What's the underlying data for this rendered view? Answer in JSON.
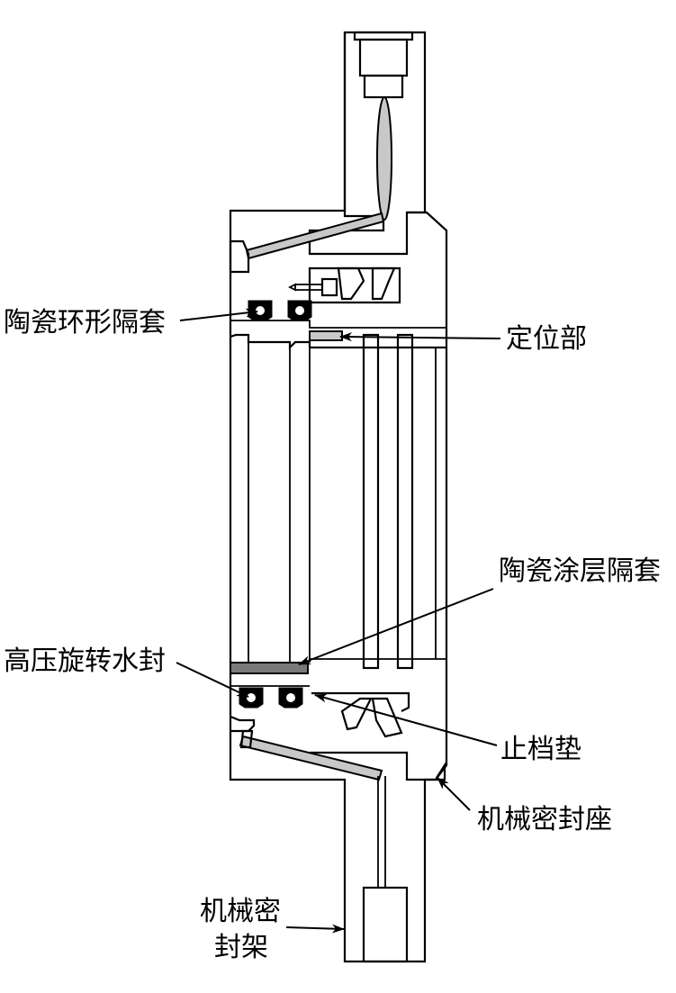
{
  "labels": {
    "ceramic_ring_sleeve": "陶瓷环形隔套",
    "positioning_part": "定位部",
    "ceramic_coating_sleeve": "陶瓷涂层隔套",
    "high_pressure_rotary_seal": "高压旋转水封",
    "stop_pad": "止档垫",
    "mechanical_seal_seat": "机械密封座",
    "mechanical_seal_frame_line1": "机械密",
    "mechanical_seal_frame_line2": "封架"
  }
}
